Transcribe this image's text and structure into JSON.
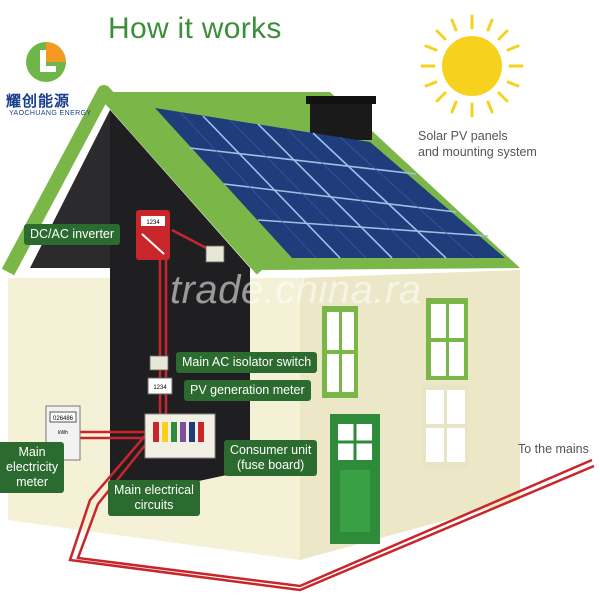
{
  "title": "How it works",
  "brand": {
    "name_cn": "耀创能源",
    "name_en": "YAOCHUANG ENERGY"
  },
  "labels": {
    "solar": [
      "Solar PV panels",
      "and mounting system"
    ],
    "inverter": "DC/AC inverter",
    "isolator": "Main AC isolator switch",
    "pv_meter": "PV generation meter",
    "consumer_unit": [
      "Consumer unit",
      "(fuse board)"
    ],
    "main_meter": [
      "Main",
      "electricity",
      "meter"
    ],
    "circuits": [
      "Main electrical",
      "circuits"
    ],
    "mains": "To the mains"
  },
  "meter_readouts": {
    "inverter_display": "1234",
    "pv_meter_display": "1234",
    "main_meter_display": "026486",
    "main_meter_unit": "kWh"
  },
  "watermark": "trade.china.ra",
  "colors": {
    "accent_green": "#2c6b2f",
    "title_green": "#3c8f3a",
    "roof_green": "#7ab648",
    "wire_red": "#c8262b",
    "panel_blue": "#1f3d7a",
    "sun_yellow": "#f6d21e"
  }
}
